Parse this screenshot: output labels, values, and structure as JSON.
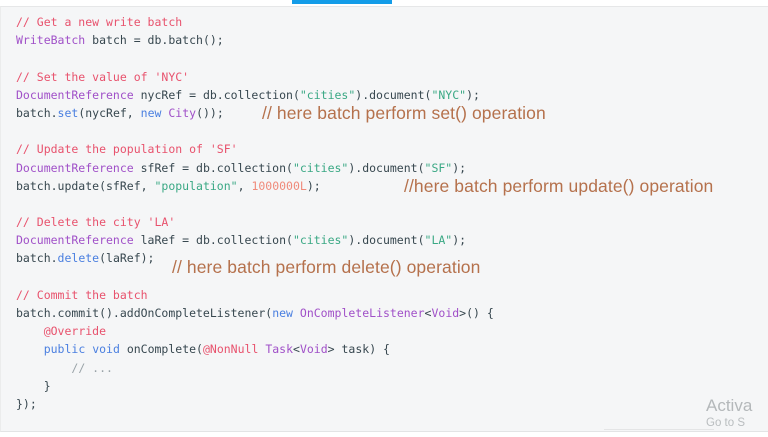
{
  "top_bar": {
    "name": "progress-bar",
    "color": "#139ce8"
  },
  "code": {
    "language": "java",
    "lines": [
      {
        "tokens": [
          {
            "t": "// Get a new write batch",
            "c": "comment"
          }
        ]
      },
      {
        "tokens": [
          {
            "t": "WriteBatch",
            "c": "type"
          },
          {
            "t": " batch = db.batch();",
            "c": "plain"
          }
        ]
      },
      {
        "tokens": []
      },
      {
        "tokens": [
          {
            "t": "// Set the value of 'NYC'",
            "c": "comment"
          }
        ]
      },
      {
        "tokens": [
          {
            "t": "DocumentReference",
            "c": "type"
          },
          {
            "t": " nycRef = db.collection(",
            "c": "plain"
          },
          {
            "t": "\"cities\"",
            "c": "string"
          },
          {
            "t": ").document(",
            "c": "plain"
          },
          {
            "t": "\"NYC\"",
            "c": "string"
          },
          {
            "t": ");",
            "c": "plain"
          }
        ]
      },
      {
        "tokens": [
          {
            "t": "batch.",
            "c": "plain"
          },
          {
            "t": "set",
            "c": "method"
          },
          {
            "t": "(nycRef, ",
            "c": "plain"
          },
          {
            "t": "new",
            "c": "keyword"
          },
          {
            "t": " ",
            "c": "plain"
          },
          {
            "t": "City",
            "c": "type"
          },
          {
            "t": "());",
            "c": "plain"
          }
        ]
      },
      {
        "tokens": []
      },
      {
        "tokens": [
          {
            "t": "// Update the population of 'SF'",
            "c": "comment"
          }
        ]
      },
      {
        "tokens": [
          {
            "t": "DocumentReference",
            "c": "type"
          },
          {
            "t": " sfRef = db.collection(",
            "c": "plain"
          },
          {
            "t": "\"cities\"",
            "c": "string"
          },
          {
            "t": ").document(",
            "c": "plain"
          },
          {
            "t": "\"SF\"",
            "c": "string"
          },
          {
            "t": ");",
            "c": "plain"
          }
        ]
      },
      {
        "tokens": [
          {
            "t": "batch.update(sfRef, ",
            "c": "plain"
          },
          {
            "t": "\"population\"",
            "c": "string"
          },
          {
            "t": ", ",
            "c": "plain"
          },
          {
            "t": "1000000L",
            "c": "number"
          },
          {
            "t": ");",
            "c": "plain"
          }
        ]
      },
      {
        "tokens": []
      },
      {
        "tokens": [
          {
            "t": "// Delete the city 'LA'",
            "c": "comment"
          }
        ]
      },
      {
        "tokens": [
          {
            "t": "DocumentReference",
            "c": "type"
          },
          {
            "t": " laRef = db.collection(",
            "c": "plain"
          },
          {
            "t": "\"cities\"",
            "c": "string"
          },
          {
            "t": ").document(",
            "c": "plain"
          },
          {
            "t": "\"LA\"",
            "c": "string"
          },
          {
            "t": ");",
            "c": "plain"
          }
        ]
      },
      {
        "tokens": [
          {
            "t": "batch.",
            "c": "plain"
          },
          {
            "t": "delete",
            "c": "method"
          },
          {
            "t": "(laRef);",
            "c": "plain"
          }
        ]
      },
      {
        "tokens": []
      },
      {
        "tokens": [
          {
            "t": "// Commit the batch",
            "c": "comment"
          }
        ]
      },
      {
        "tokens": [
          {
            "t": "batch.commit().addOnCompleteListener(",
            "c": "plain"
          },
          {
            "t": "new",
            "c": "keyword"
          },
          {
            "t": " ",
            "c": "plain"
          },
          {
            "t": "OnCompleteListener",
            "c": "type"
          },
          {
            "t": "<",
            "c": "plain"
          },
          {
            "t": "Void",
            "c": "type"
          },
          {
            "t": ">() {",
            "c": "plain"
          }
        ]
      },
      {
        "tokens": [
          {
            "t": "    ",
            "c": "plain"
          },
          {
            "t": "@Override",
            "c": "anno"
          }
        ]
      },
      {
        "tokens": [
          {
            "t": "    ",
            "c": "plain"
          },
          {
            "t": "public",
            "c": "keyword"
          },
          {
            "t": " ",
            "c": "plain"
          },
          {
            "t": "void",
            "c": "keyword"
          },
          {
            "t": " onComplete(",
            "c": "plain"
          },
          {
            "t": "@NonNull",
            "c": "anno"
          },
          {
            "t": " ",
            "c": "plain"
          },
          {
            "t": "Task",
            "c": "type"
          },
          {
            "t": "<",
            "c": "plain"
          },
          {
            "t": "Void",
            "c": "type"
          },
          {
            "t": "> task) {",
            "c": "plain"
          }
        ]
      },
      {
        "tokens": [
          {
            "t": "        ",
            "c": "plain"
          },
          {
            "t": "// ...",
            "c": "dim"
          }
        ]
      },
      {
        "tokens": [
          {
            "t": "    }",
            "c": "plain"
          }
        ]
      },
      {
        "tokens": [
          {
            "t": "});",
            "c": "plain"
          }
        ]
      }
    ]
  },
  "annotations": {
    "color": "#b5714c",
    "set": "// here batch perform set() operation",
    "update": "//here batch perform update() operation",
    "delete": "// here batch perform delete() operation"
  },
  "watermark": {
    "title": "Activa",
    "subtitle": "Go to S"
  }
}
